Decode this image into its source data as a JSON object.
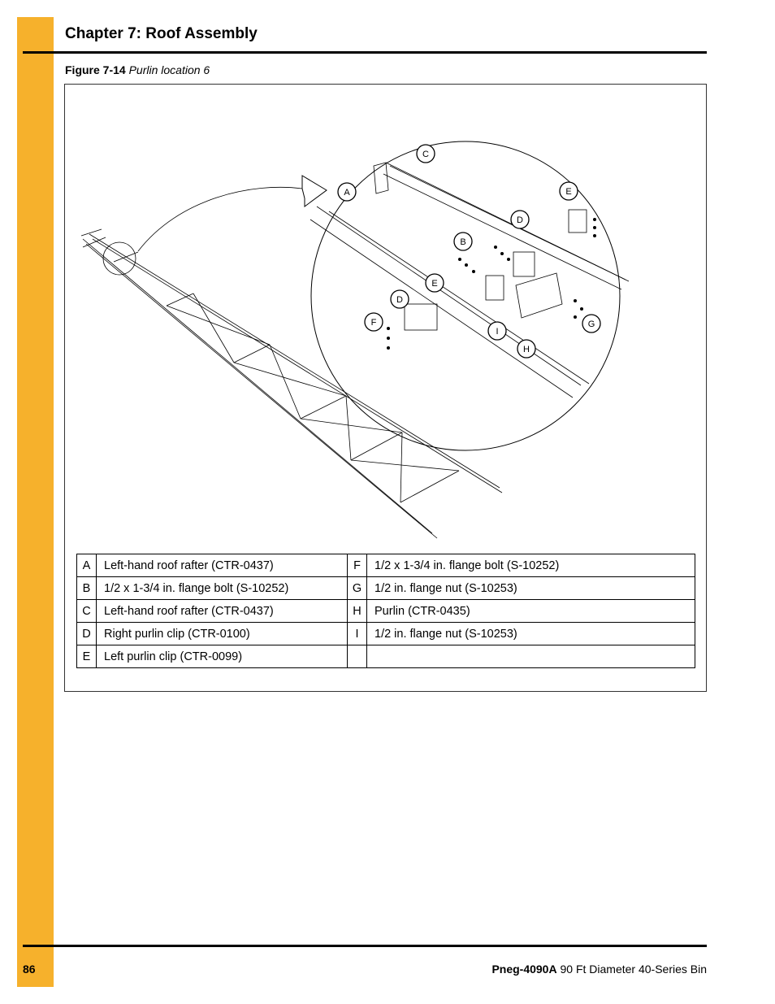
{
  "header": {
    "chapter_title": "Chapter 7: Roof Assembly"
  },
  "figure": {
    "number": "Figure 7-14",
    "title": "Purlin location 6",
    "callouts": [
      "A",
      "B",
      "C",
      "D",
      "E",
      "F",
      "G",
      "H",
      "I",
      "E",
      "D"
    ]
  },
  "parts_table": [
    {
      "l1": "A",
      "d1": "Left-hand roof rafter (CTR-0437)",
      "l2": "F",
      "d2": "1/2 x 1-3/4 in. flange bolt (S-10252)"
    },
    {
      "l1": "B",
      "d1": "1/2 x 1-3/4 in. flange bolt (S-10252)",
      "l2": "G",
      "d2": "1/2 in. flange nut (S-10253)"
    },
    {
      "l1": "C",
      "d1": "Left-hand roof rafter (CTR-0437)",
      "l2": "H",
      "d2": "Purlin (CTR-0435)"
    },
    {
      "l1": "D",
      "d1": "Right purlin clip (CTR-0100)",
      "l2": "I",
      "d2": "1/2 in. flange nut (S-10253)"
    },
    {
      "l1": "E",
      "d1": "Left purlin clip (CTR-0099)",
      "l2": "",
      "d2": ""
    }
  ],
  "footer": {
    "page_number": "86",
    "doc_code": "Pneg-4090A",
    "doc_title": " 90 Ft Diameter 40-Series Bin"
  },
  "colors": {
    "side_bar": "#f6b12c"
  }
}
